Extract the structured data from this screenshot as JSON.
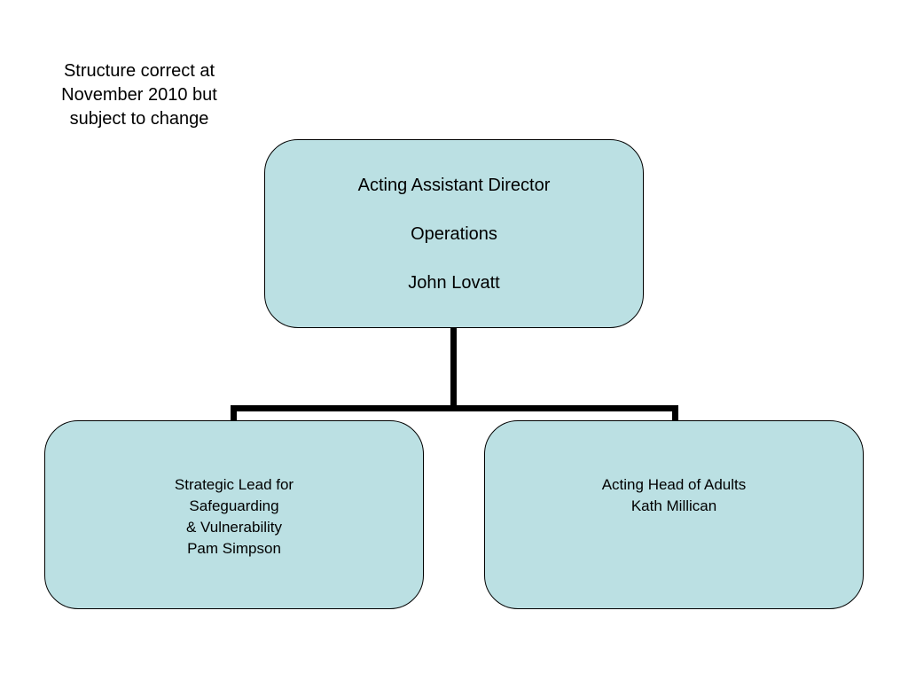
{
  "note": {
    "lines": [
      "Structure correct at",
      "November 2010 but",
      "subject to change"
    ]
  },
  "top": {
    "title": "Acting Assistant Director",
    "department": "Operations",
    "name": "John Lovatt"
  },
  "left": {
    "lines": [
      "Strategic Lead for",
      "Safeguarding",
      "& Vulnerability",
      "Pam Simpson"
    ]
  },
  "right": {
    "lines": [
      "Acting Head of Adults",
      "Kath Millican"
    ]
  },
  "colors": {
    "box_fill": "#bbe0e3",
    "connector": "#000000"
  }
}
